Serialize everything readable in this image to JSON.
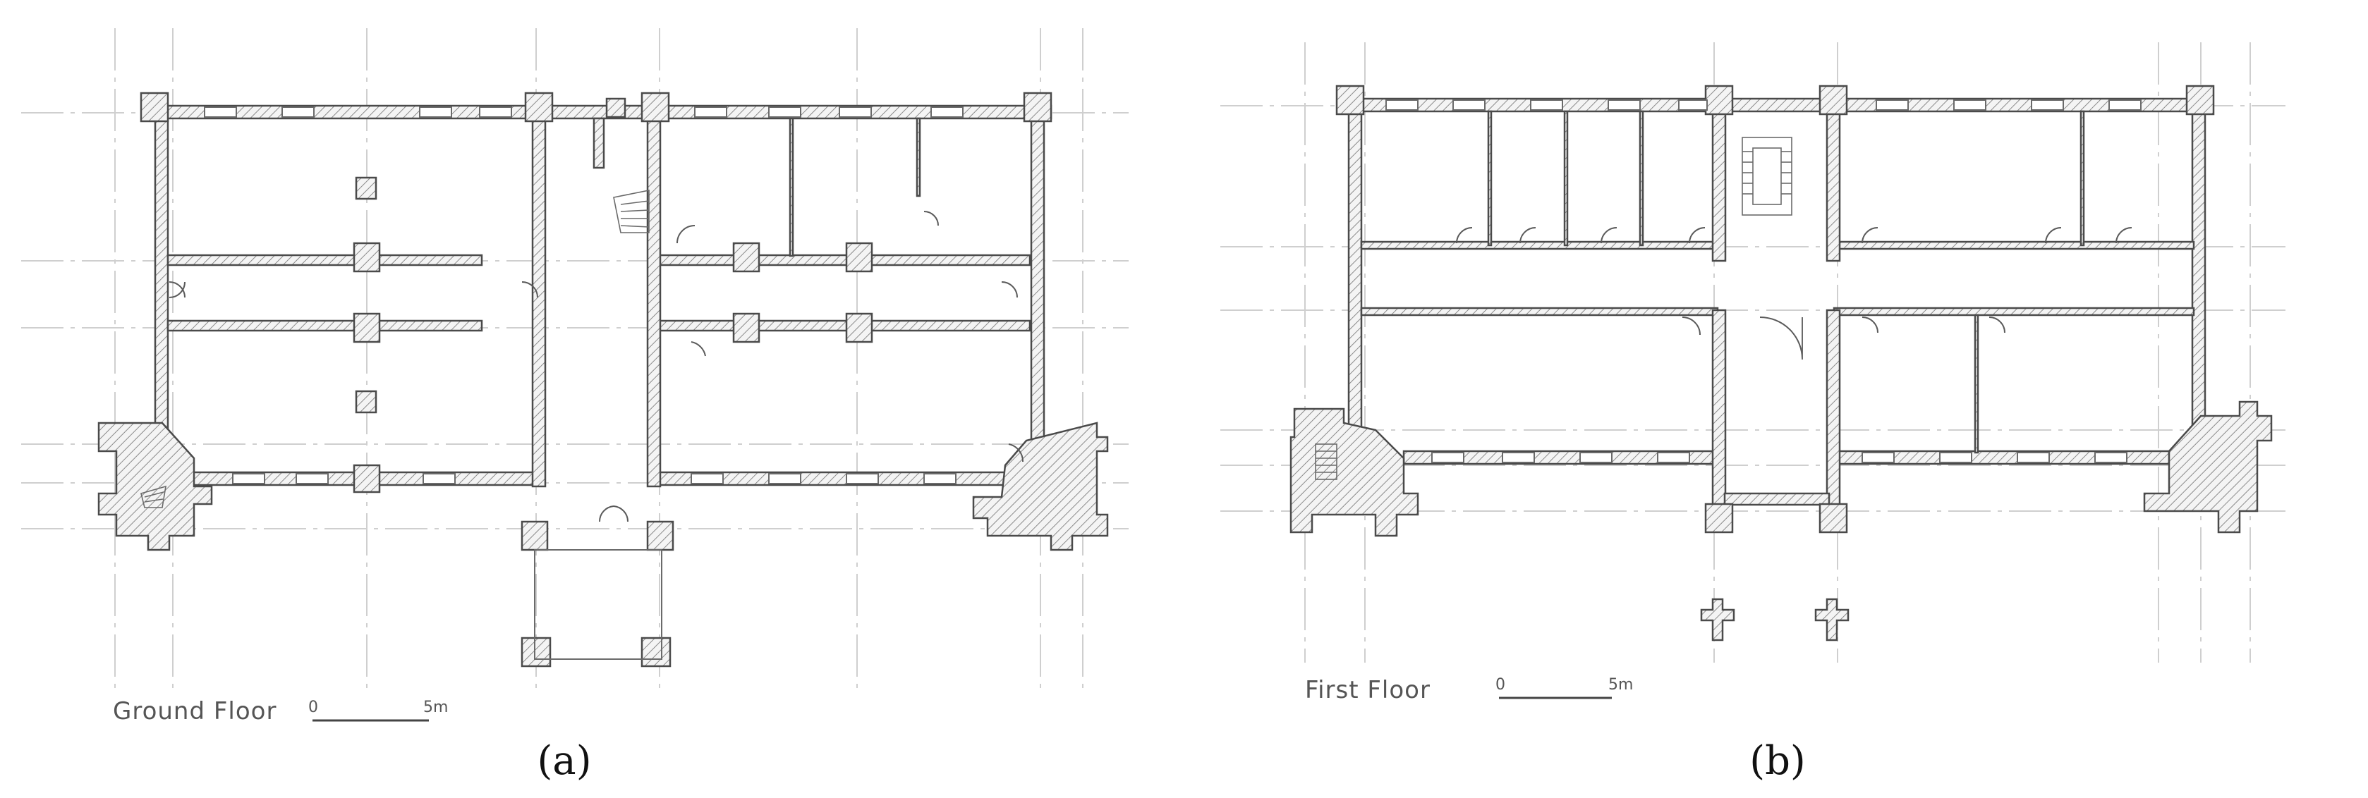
{
  "panels": [
    {
      "id": "a",
      "floor_label": "Ground Floor",
      "scale_start": "0",
      "scale_end": "5m",
      "panel_label": "(a)",
      "panel_letter": "a"
    },
    {
      "id": "b",
      "floor_label": "First Floor",
      "scale_start": "0",
      "scale_end": "5m",
      "panel_label": "(b)",
      "panel_letter": "b"
    }
  ],
  "colors": {
    "wall_stroke": "#4a4a4a",
    "grid": "#cfcfcf",
    "label_text": "#555555",
    "panel_label_text": "#111111"
  }
}
